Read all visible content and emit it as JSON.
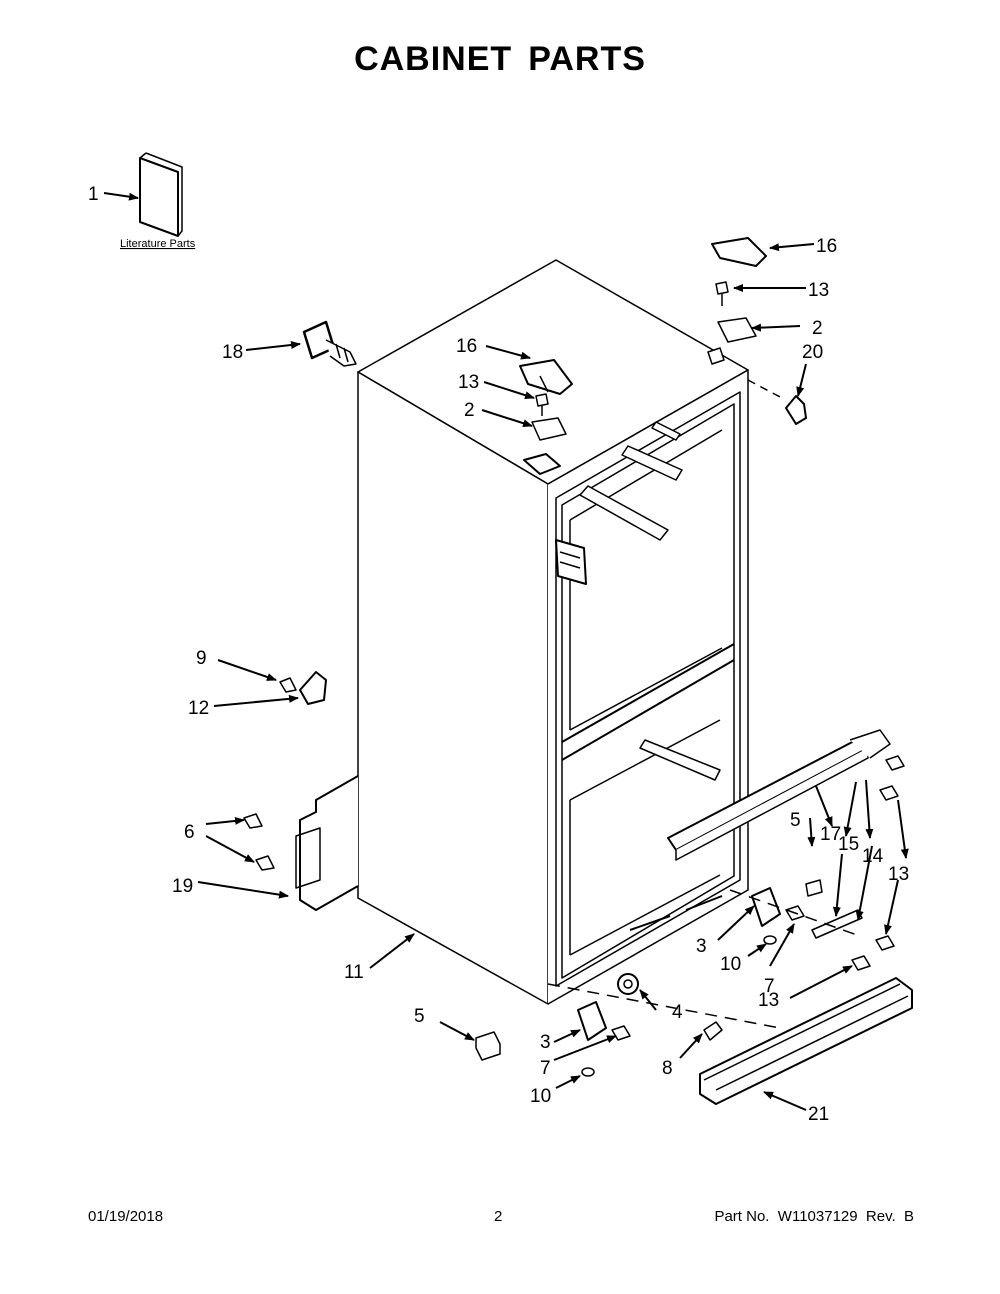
{
  "title_word1": "CABINET",
  "title_word2": "PARTS",
  "literature_label": "Literature Parts",
  "callouts": {
    "c1": "1",
    "c2a": "2",
    "c2b": "2",
    "c3a": "3",
    "c3b": "3",
    "c4": "4",
    "c5a": "5",
    "c5b": "5",
    "c6": "6",
    "c7a": "7",
    "c7b": "7",
    "c8": "8",
    "c9": "9",
    "c10a": "10",
    "c10b": "10",
    "c11": "11",
    "c12": "12",
    "c13a": "13",
    "c13b": "13",
    "c13c": "13",
    "c13d": "13",
    "c14": "14",
    "c15": "15",
    "c16a": "16",
    "c16b": "16",
    "c17": "17",
    "c18": "18",
    "c19": "19",
    "c20": "20",
    "c21": "21"
  },
  "footer": {
    "date": "01/19/2018",
    "page": "2",
    "part": "Part No.  W11037129  Rev.  B"
  }
}
